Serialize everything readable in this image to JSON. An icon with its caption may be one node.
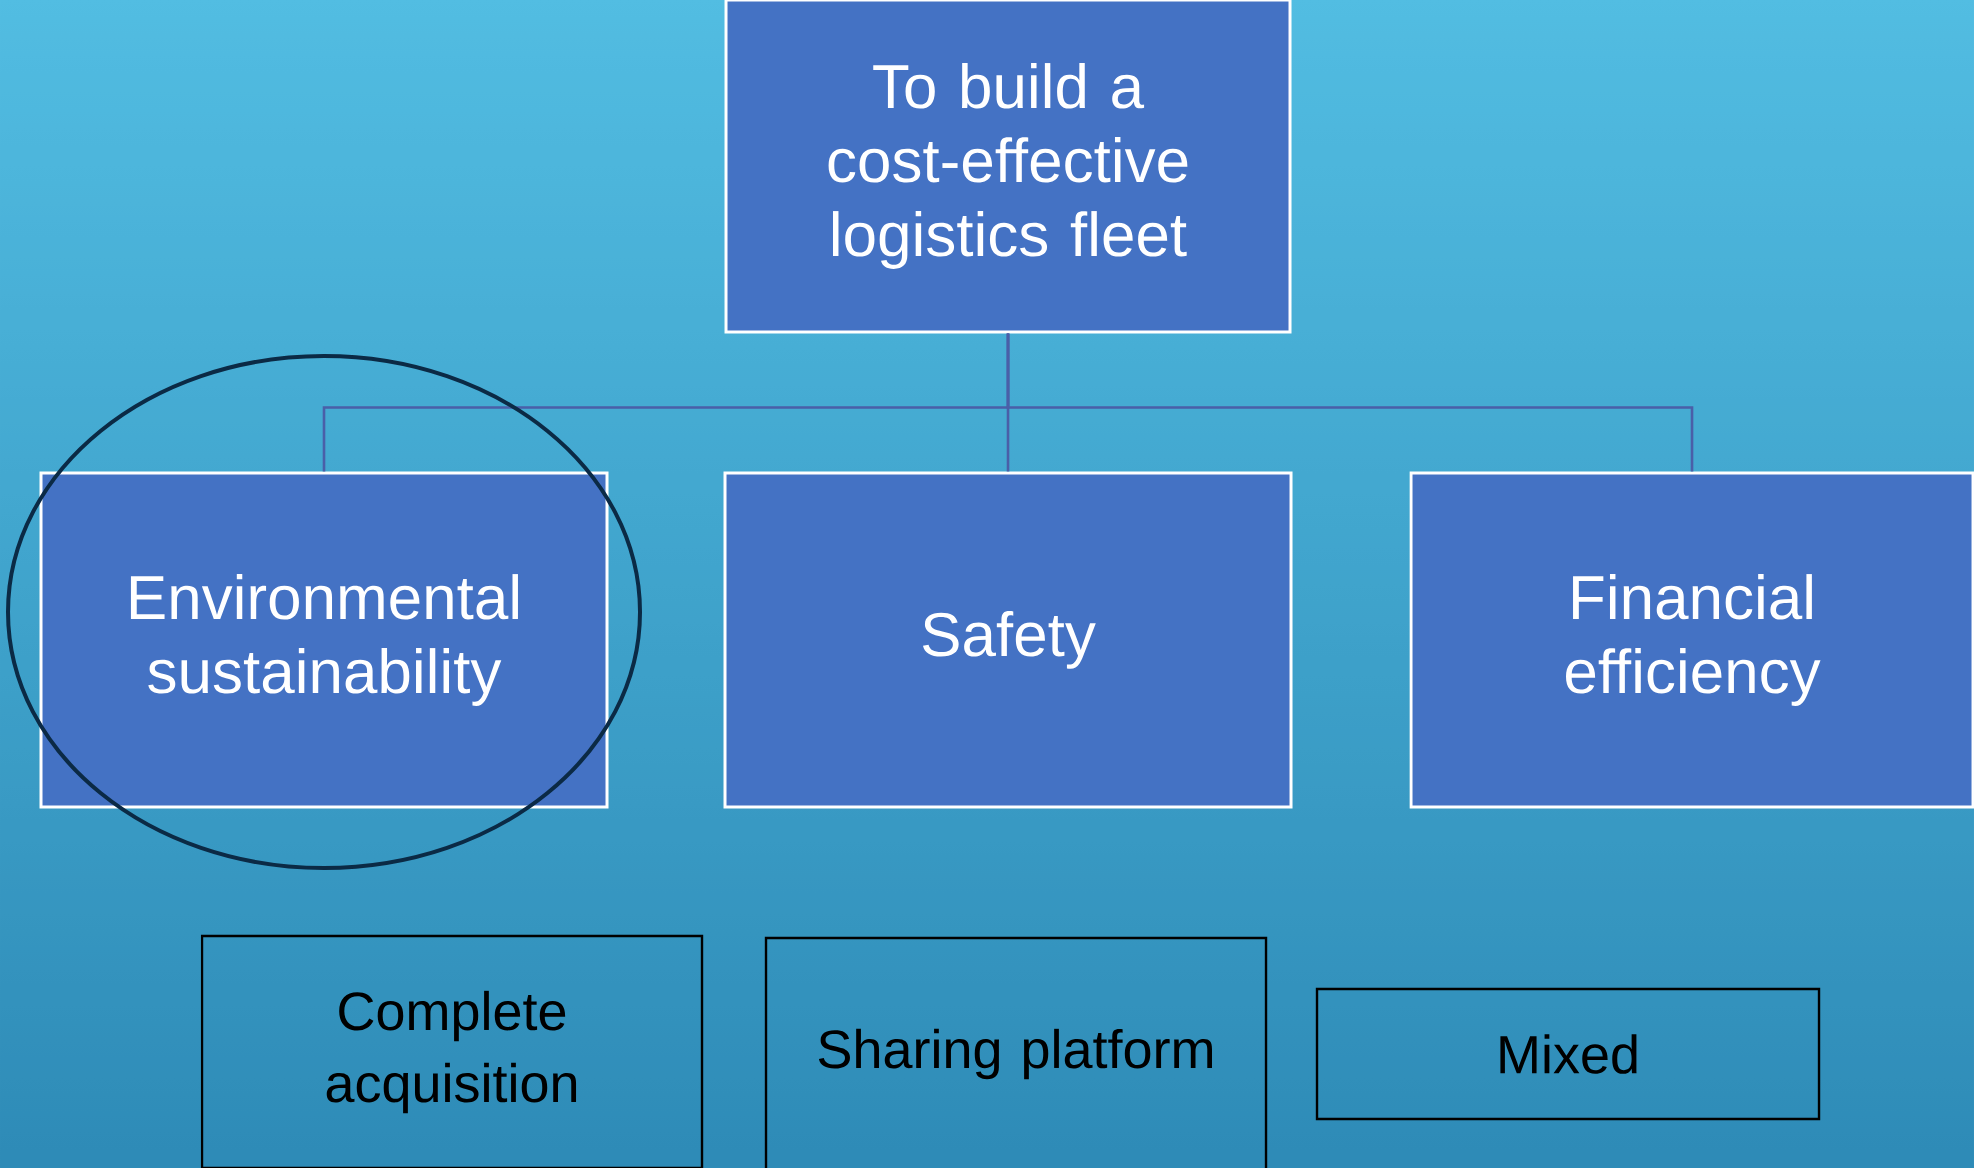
{
  "diagram": {
    "nodes": [
      {
        "text": [
          "To build a cost-effective logistics fleet"
        ]
      },
      {
        "text": [
          "Environmental sustainability"
        ]
      },
      {
        "text": [
          "Safety"
        ]
      },
      {
        "text": [
          "Financial efficiency"
        ]
      },
      {
        "text": [
          "Complete acquisition"
        ]
      },
      {
        "text": [
          "Sharing platform"
        ]
      },
      {
        "text": [
          "Mixed"
        ]
      }
    ],
    "edges": [
      {
        "from": 0,
        "to": 1,
        "arrow": "none"
      },
      {
        "from": 0,
        "to": 2,
        "arrow": "none"
      },
      {
        "from": 0,
        "to": 3,
        "arrow": "none"
      }
    ]
  }
}
